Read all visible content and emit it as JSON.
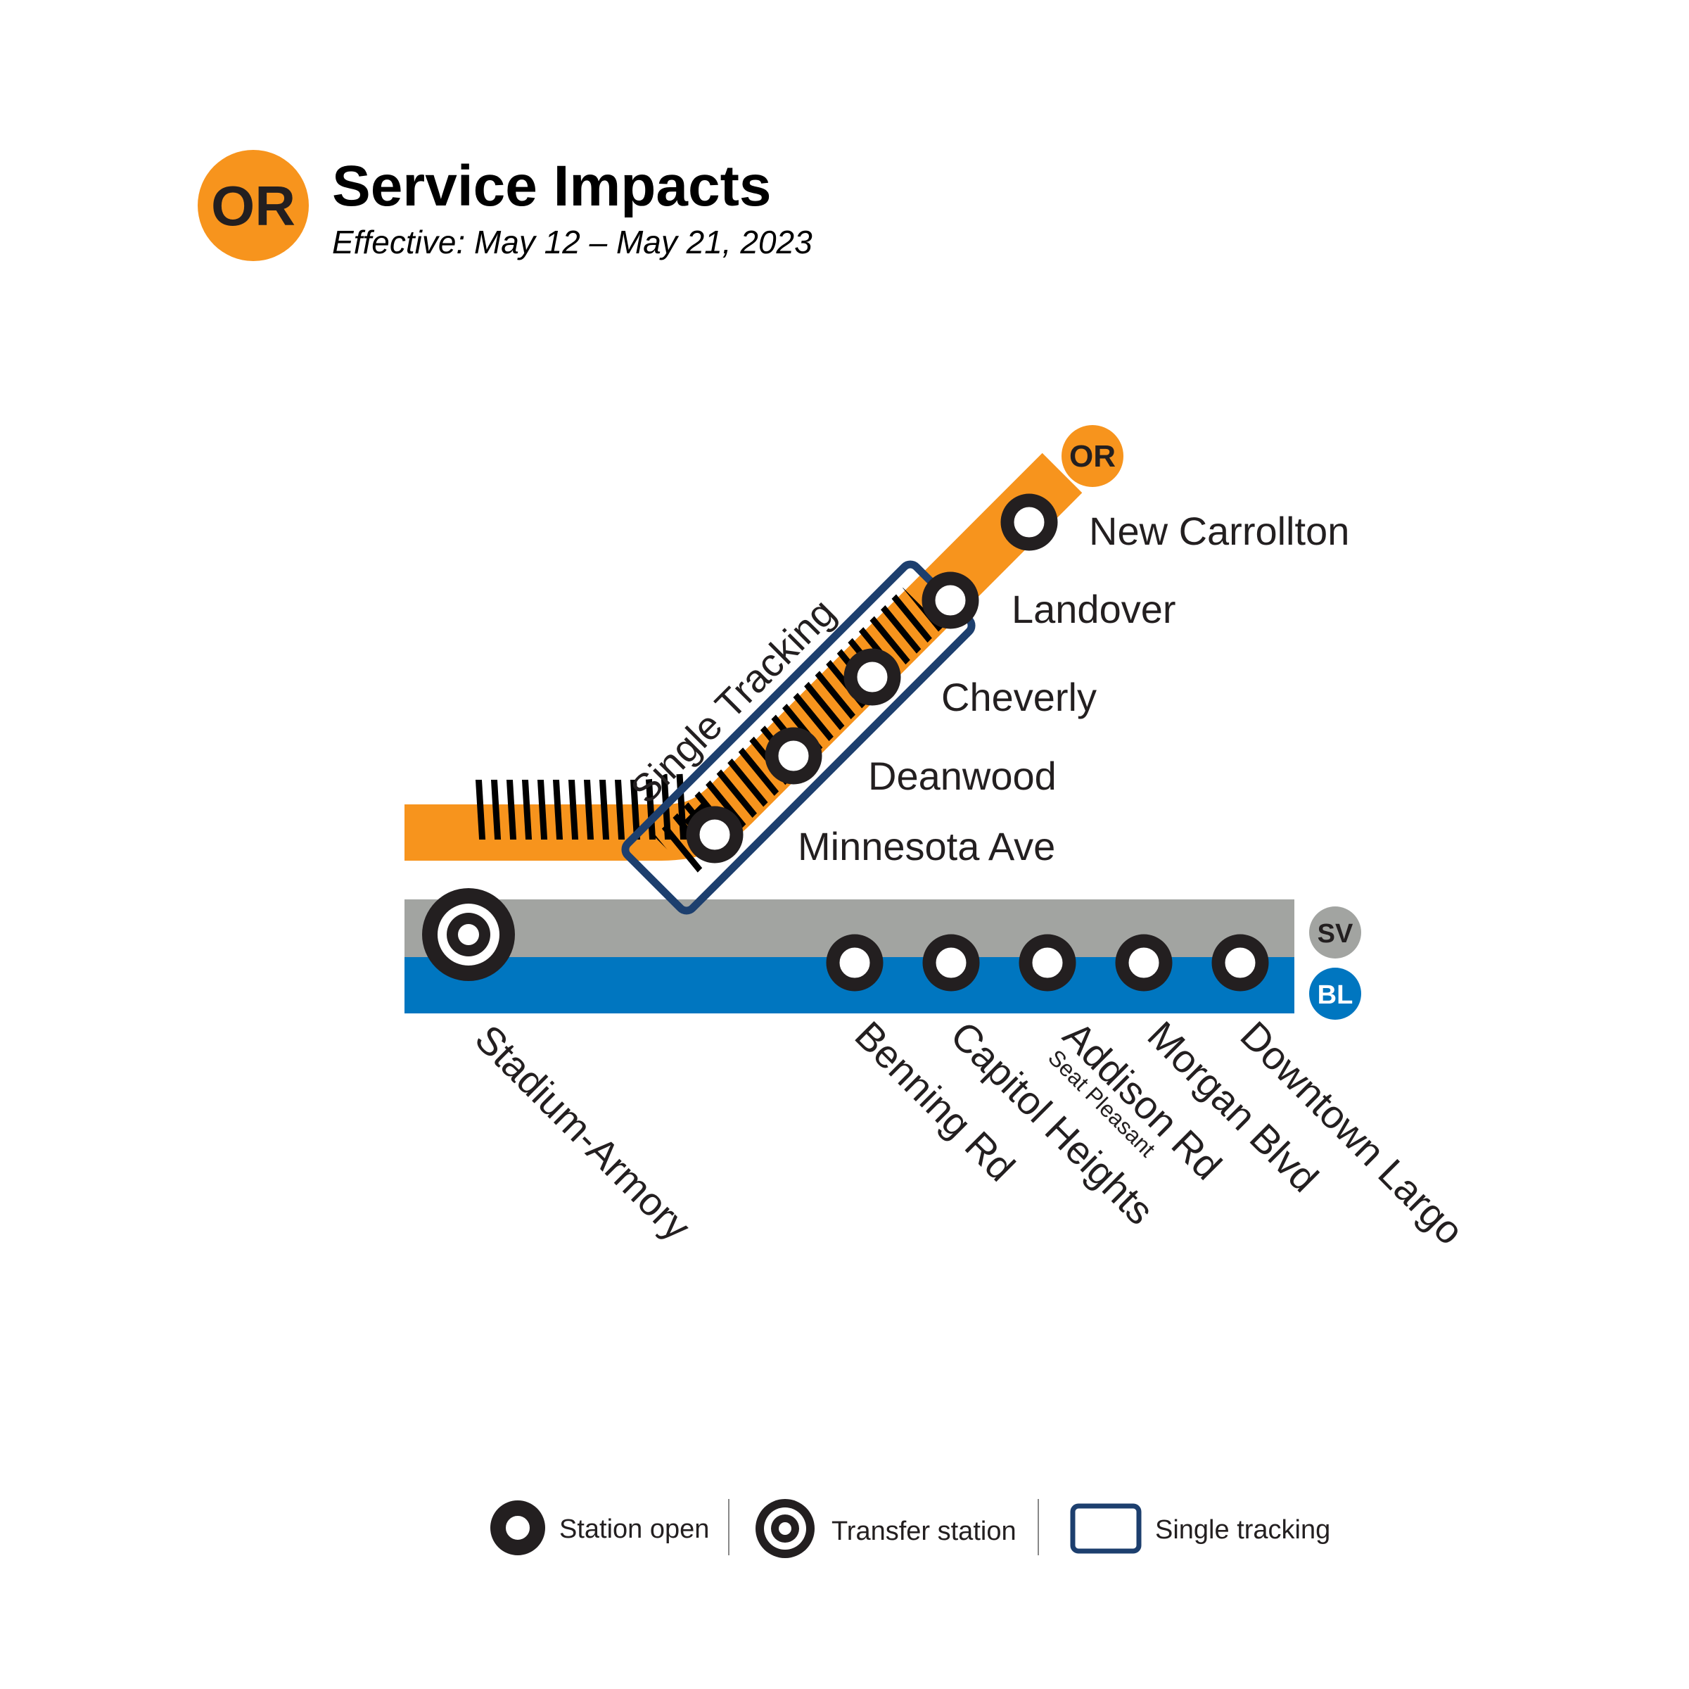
{
  "header": {
    "badge": "OR",
    "title": "Service Impacts",
    "subtitle": "Effective: May 12 – May 21, 2023"
  },
  "colors": {
    "orange": "#f7941d",
    "silver": "#a2a4a1",
    "blue": "#0076c0",
    "single_tracking_box": "#1d3f6e",
    "station": "#231f20"
  },
  "lines": {
    "or_badge": "OR",
    "sv_badge": "SV",
    "bl_badge": "BL"
  },
  "single_tracking_label": "Single Tracking",
  "stations": {
    "new_carrollton": "New Carrollton",
    "landover": "Landover",
    "cheverly": "Cheverly",
    "deanwood": "Deanwood",
    "minnesota_ave": "Minnesota Ave",
    "stadium_armory": "Stadium-Armory",
    "benning_rd": "Benning Rd",
    "capitol_heights": "Capitol Heights",
    "addison_rd": "Addison Rd",
    "addison_rd_sub": "Seat Pleasant",
    "morgan_blvd": "Morgan Blvd",
    "downtown_largo": "Downtown Largo"
  },
  "legend": {
    "station_open": "Station open",
    "transfer_station": "Transfer station",
    "single_tracking": "Single tracking"
  }
}
